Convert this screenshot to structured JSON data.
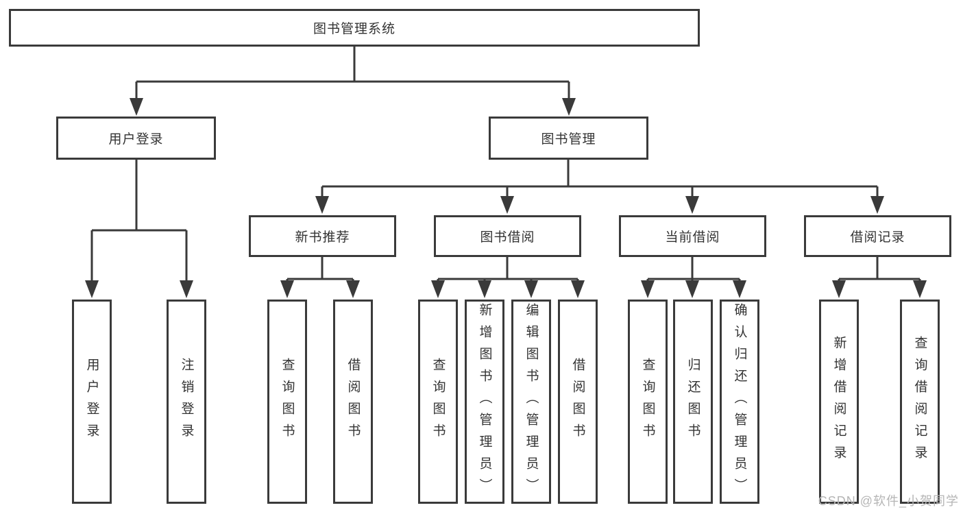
{
  "tree": {
    "root": {
      "label": "图书管理系统"
    },
    "branches": [
      {
        "label": "用户登录",
        "children": [
          {
            "label": "用户登录"
          },
          {
            "label": "注销登录"
          }
        ]
      },
      {
        "label": "图书管理",
        "children": [
          {
            "label": "新书推荐",
            "children": [
              {
                "label": "查询图书"
              },
              {
                "label": "借阅图书"
              }
            ]
          },
          {
            "label": "图书借阅",
            "children": [
              {
                "label": "查询图书"
              },
              {
                "label": "新增图书（管理员）"
              },
              {
                "label": "编辑图书（管理员）"
              },
              {
                "label": "借阅图书"
              }
            ]
          },
          {
            "label": "当前借阅",
            "children": [
              {
                "label": "查询图书"
              },
              {
                "label": "归还图书"
              },
              {
                "label": "确认归还（管理员）"
              }
            ]
          },
          {
            "label": "借阅记录",
            "children": [
              {
                "label": "新增借阅记录"
              },
              {
                "label": "查询借阅记录"
              }
            ]
          }
        ]
      }
    ]
  },
  "watermark": {
    "text": "CSDN @软件_小贺同学"
  },
  "colors": {
    "line": "#3a3a3a",
    "text": "#333333",
    "background": "#ffffff",
    "watermark": "#b5b5b5"
  }
}
